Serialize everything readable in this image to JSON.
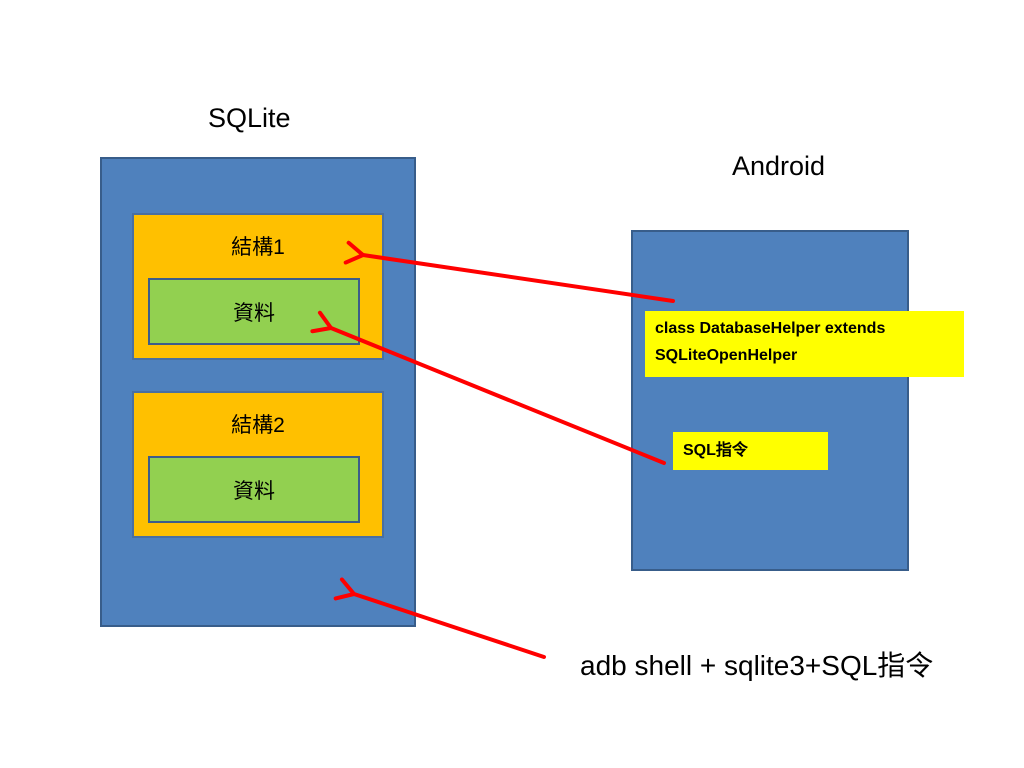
{
  "sqlite": {
    "title": "SQLite",
    "structures": [
      {
        "label": "結構1",
        "data_label": "資料"
      },
      {
        "label": "結構2",
        "data_label": "資料"
      }
    ]
  },
  "android": {
    "title": "Android",
    "helper_class_line1": "class DatabaseHelper extends",
    "helper_class_line2": "SQLiteOpenHelper",
    "sql_command": "SQL指令"
  },
  "adb_command": "adb shell + sqlite3+SQL指令",
  "colors": {
    "container_blue": "#4f81bd",
    "structure_orange": "#ffc000",
    "data_green": "#92d050",
    "note_yellow": "#ffff00",
    "arrow_red": "#ff0000"
  }
}
